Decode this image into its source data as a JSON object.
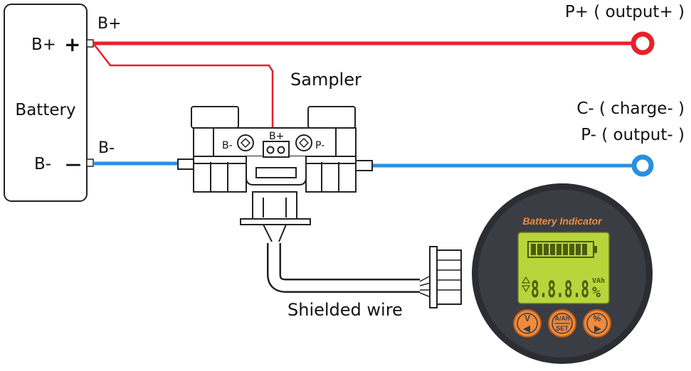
{
  "battery": {
    "label": "Battery",
    "positive_label": "B+",
    "positive_sign": "+",
    "negative_label": "B-",
    "negative_sign": "—"
  },
  "wires": {
    "bplus_label": "B+",
    "bminus_label": "B-",
    "positive_color": "#e8202a",
    "negative_color": "#2a8fe0"
  },
  "outputs": {
    "pplus": "P+ ( output+ )",
    "cminus": "C- ( charge- )",
    "pminus": "P- ( output- )"
  },
  "sampler": {
    "title": "Sampler",
    "left_terminal": "B-",
    "middle_terminal": "B+",
    "right_terminal": "P-"
  },
  "cable": {
    "label": "Shielded wire"
  },
  "meter": {
    "title": "Battery Indicator",
    "digits": "8.8.8.8",
    "unit_top": "VAh",
    "unit_percent": "%",
    "bezel_color": "#3a3d44",
    "lcd_color": "#b9d53c",
    "button_color": "#f08a3c",
    "buttons": {
      "left_top": "V",
      "middle_top": "A/Ah",
      "middle_bottom": "SET",
      "right_top": "%"
    }
  }
}
